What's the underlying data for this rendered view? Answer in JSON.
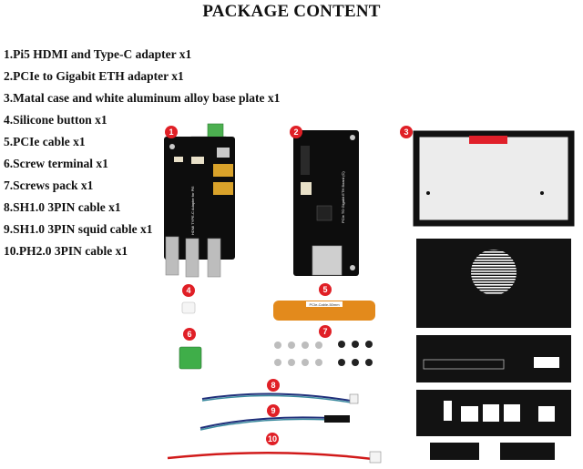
{
  "title": "PACKAGE CONTENT",
  "items": [
    "1.Pi5 HDMI and Type-C adapter x1",
    "2.PCIe to Gigabit ETH adapter x1",
    "3.Matal case and white aluminum alloy base plate x1",
    "4.Silicone button x1",
    "5.PCIe cable x1",
    "6.Screw terminal x1",
    "7.Screws pack x1",
    "8.SH1.0 3PIN cable x1",
    "9.SH1.0 3PIN squid cable x1",
    "10.PH2.0 3PIN cable x1"
  ],
  "badges": [
    "1",
    "2",
    "3",
    "4",
    "5",
    "6",
    "7",
    "8",
    "9",
    "10"
  ],
  "board1_label": "HDMI TYPE-C Adapter for Pi5",
  "board2_label": "PCIe TO Gigabit ETH Board (C)",
  "cable_label": "PCIe-Cable-50mm",
  "colors": {
    "badge": "#e01f26",
    "board": "#0d0d0d",
    "cable": "#e38a1c"
  }
}
